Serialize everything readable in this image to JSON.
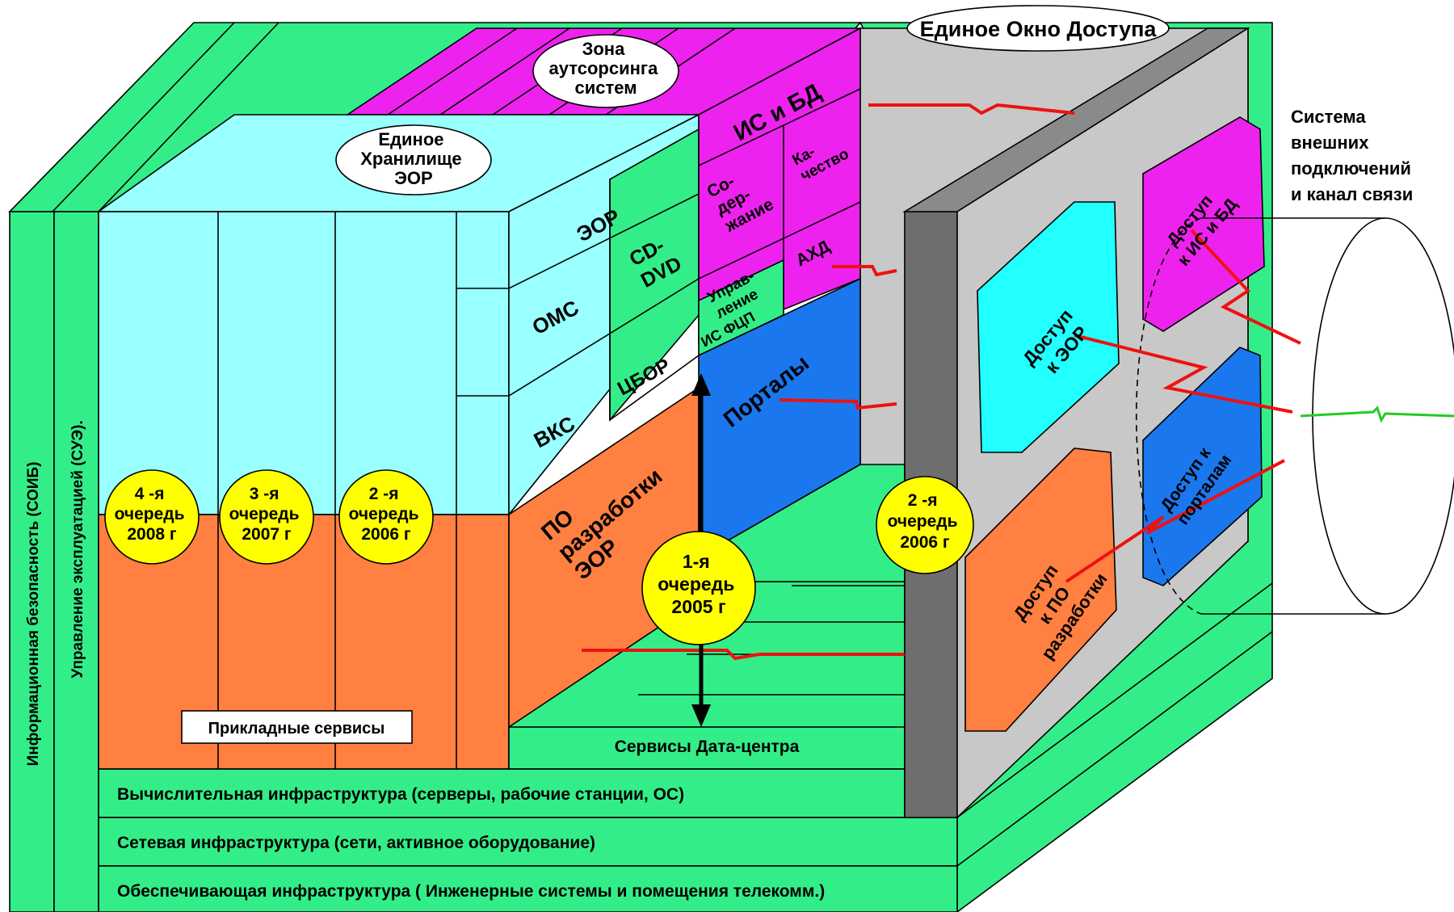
{
  "colors": {
    "green": "#33ee88",
    "cyan": "#99ffff",
    "orange": "#ff8040",
    "magenta": "#ee22ee",
    "blue": "#1a77ee",
    "gray": "#c8c8c8",
    "dark_gray": "#6e6e6e",
    "yellow": "#ffff00",
    "bright_cyan": "#22ffff"
  },
  "ellipses": {
    "access_window": "Единое Окно Доступа",
    "outsourcing": [
      "Зона",
      "аутсорсинга",
      "систем"
    ],
    "repository": [
      "Единое",
      "Хранилище",
      "ЭОР"
    ]
  },
  "external": {
    "lines": [
      "Система",
      "внешних",
      "подключений",
      "и канал связи"
    ]
  },
  "side_bands": {
    "security": "Информационная безопасность (СОИБ)",
    "operations": "Управление эксплуатацией (СУЭ)."
  },
  "layers": {
    "computing": "Вычислительная  инфраструктура (серверы, рабочие станции, ОС)",
    "network": "Сетевая инфраструктура (сети, активное оборудование)",
    "support": "Обеспечивающая инфраструктура ( Инженерные системы и помещения телекомм.)"
  },
  "labels": {
    "applied_services": "Прикладные сервисы",
    "datacenter_services": "Сервисы Дата-центра"
  },
  "blocks": {
    "eor": "ЭОР",
    "oms": "ОМС",
    "vks": "ВКС",
    "cd_dvd": [
      "CD-",
      "DVD"
    ],
    "cbor": "ЦБОР",
    "is_bd": "ИС и БД",
    "content": [
      "Со-",
      "дер-",
      "жание"
    ],
    "quality": [
      "Ка-",
      "чество"
    ],
    "management": [
      "Управ-",
      "ление"
    ],
    "ahd": "АХД",
    "is_fcp": "ИС ФЦП",
    "portals": "Порталы",
    "dev_software": [
      "ПО",
      "разработки",
      "ЭОР"
    ]
  },
  "phases": [
    {
      "lines": [
        "4 -я",
        "очередь",
        "2008 г"
      ]
    },
    {
      "lines": [
        "3 -я",
        "очередь",
        "2007 г"
      ]
    },
    {
      "lines": [
        "2 -я",
        "очередь",
        "2006 г"
      ]
    },
    {
      "lines": [
        "1-я",
        "очередь",
        "2005 г"
      ]
    },
    {
      "lines": [
        "2 -я",
        "очередь",
        "2006 г"
      ]
    }
  ],
  "access_panels": {
    "eor": [
      "Доступ",
      "к ЭОР"
    ],
    "is_bd": [
      "Доступ",
      "к ИС и БД"
    ],
    "dev": [
      "Доступ",
      "к ПО",
      "разработки"
    ],
    "portals": [
      "Доступ к",
      "порталам"
    ]
  }
}
